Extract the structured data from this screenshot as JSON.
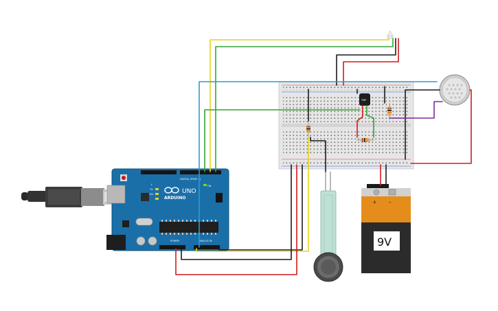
{
  "colors": {
    "wire_red": "#d31a1a",
    "wire_black": "#1a1a1a",
    "wire_yellow": "#e8d21e",
    "wire_green": "#33a532",
    "wire_blue": "#2a9bd0",
    "wire_purple": "#7a2a9a",
    "arduino_board": "#1a6fa8",
    "breadboard": "#e6e6e6",
    "battery_top": "#e58d1b",
    "battery_body": "#2b2b2b"
  },
  "arduino": {
    "brand_label": "ARDUINO",
    "model_label": "UNO",
    "digital_label": "DIGITAL (PWM ~)",
    "power_label": "POWER",
    "analog_label": "ANALOG IN",
    "tx_label": "TX",
    "rx_label": "RX",
    "l_label": "L",
    "on_label": "ON"
  },
  "sensor_chip": {
    "label": "TMP"
  },
  "battery": {
    "voltage_label": "9V",
    "plus_label": "+",
    "minus_label": "–"
  },
  "icons": {
    "usb_cable": "usb-cable-icon",
    "piezo": "piezo-buzzer-icon",
    "led": "led-icon",
    "force_sensor": "force-sensor-icon"
  }
}
